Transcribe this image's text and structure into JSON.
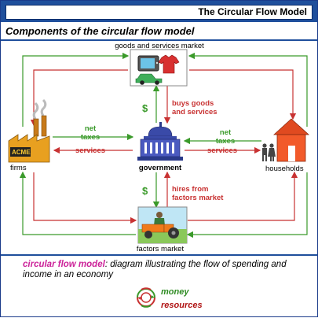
{
  "window": {
    "title": "The Circular Flow Model"
  },
  "header": {
    "title": "Components of the circular flow model"
  },
  "nodes": {
    "goods_market": "goods and services market",
    "firms": "firms",
    "firms_sign": "ACME",
    "government": "government",
    "households": "households",
    "factors_market": "factors market"
  },
  "flows": {
    "net_taxes_left_1": "net",
    "net_taxes_left_2": "taxes",
    "services_left": "services",
    "net_taxes_right_1": "net",
    "net_taxes_right_2": "taxes",
    "services_right": "services",
    "buys_goods_1": "buys goods",
    "buys_goods_2": "and services",
    "hires_1": "hires from",
    "hires_2": "factors market",
    "dollar_top": "$",
    "dollar_bottom": "$"
  },
  "legend": {
    "term": "circular flow model",
    "definition": ": diagram illustrating the flow of spending and income in an economy",
    "money": "money",
    "resources": "resources"
  },
  "colors": {
    "money": "#3a9a2a",
    "resources": "#c83232",
    "accent": "#1f4f9c"
  },
  "icons": [
    "factory-icon",
    "capitol-icon",
    "house-icon",
    "tv-car-shirt-icon",
    "farmer-tractor-icon",
    "cycle-icon"
  ]
}
